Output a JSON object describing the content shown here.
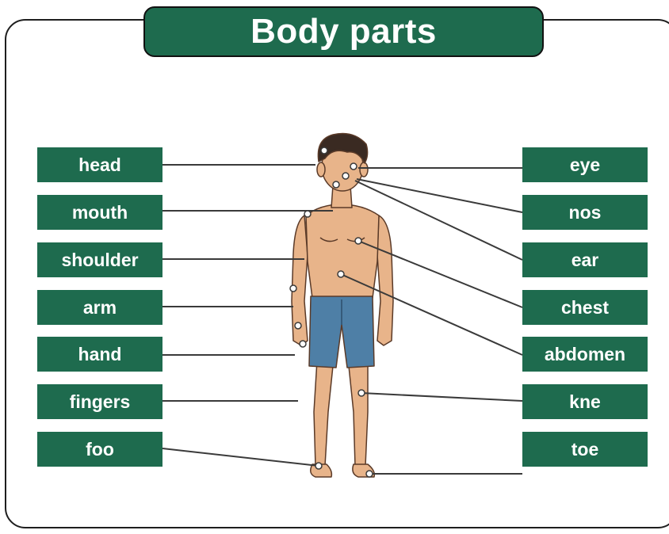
{
  "title": "Body parts",
  "left_labels": [
    "head",
    "mouth",
    "shoulder",
    "arm",
    "hand",
    "fingers",
    "foo"
  ],
  "right_labels": [
    "eye",
    "nos",
    "ear",
    "chest",
    "abdomen",
    "kne",
    "toe"
  ],
  "colors": {
    "label_bg": "#1e6b4e",
    "label_text": "#ffffff",
    "skin": "#e8b48a",
    "shorts": "#4e7fa6",
    "hair": "#3a2a22",
    "line": "#3a3a3a"
  }
}
